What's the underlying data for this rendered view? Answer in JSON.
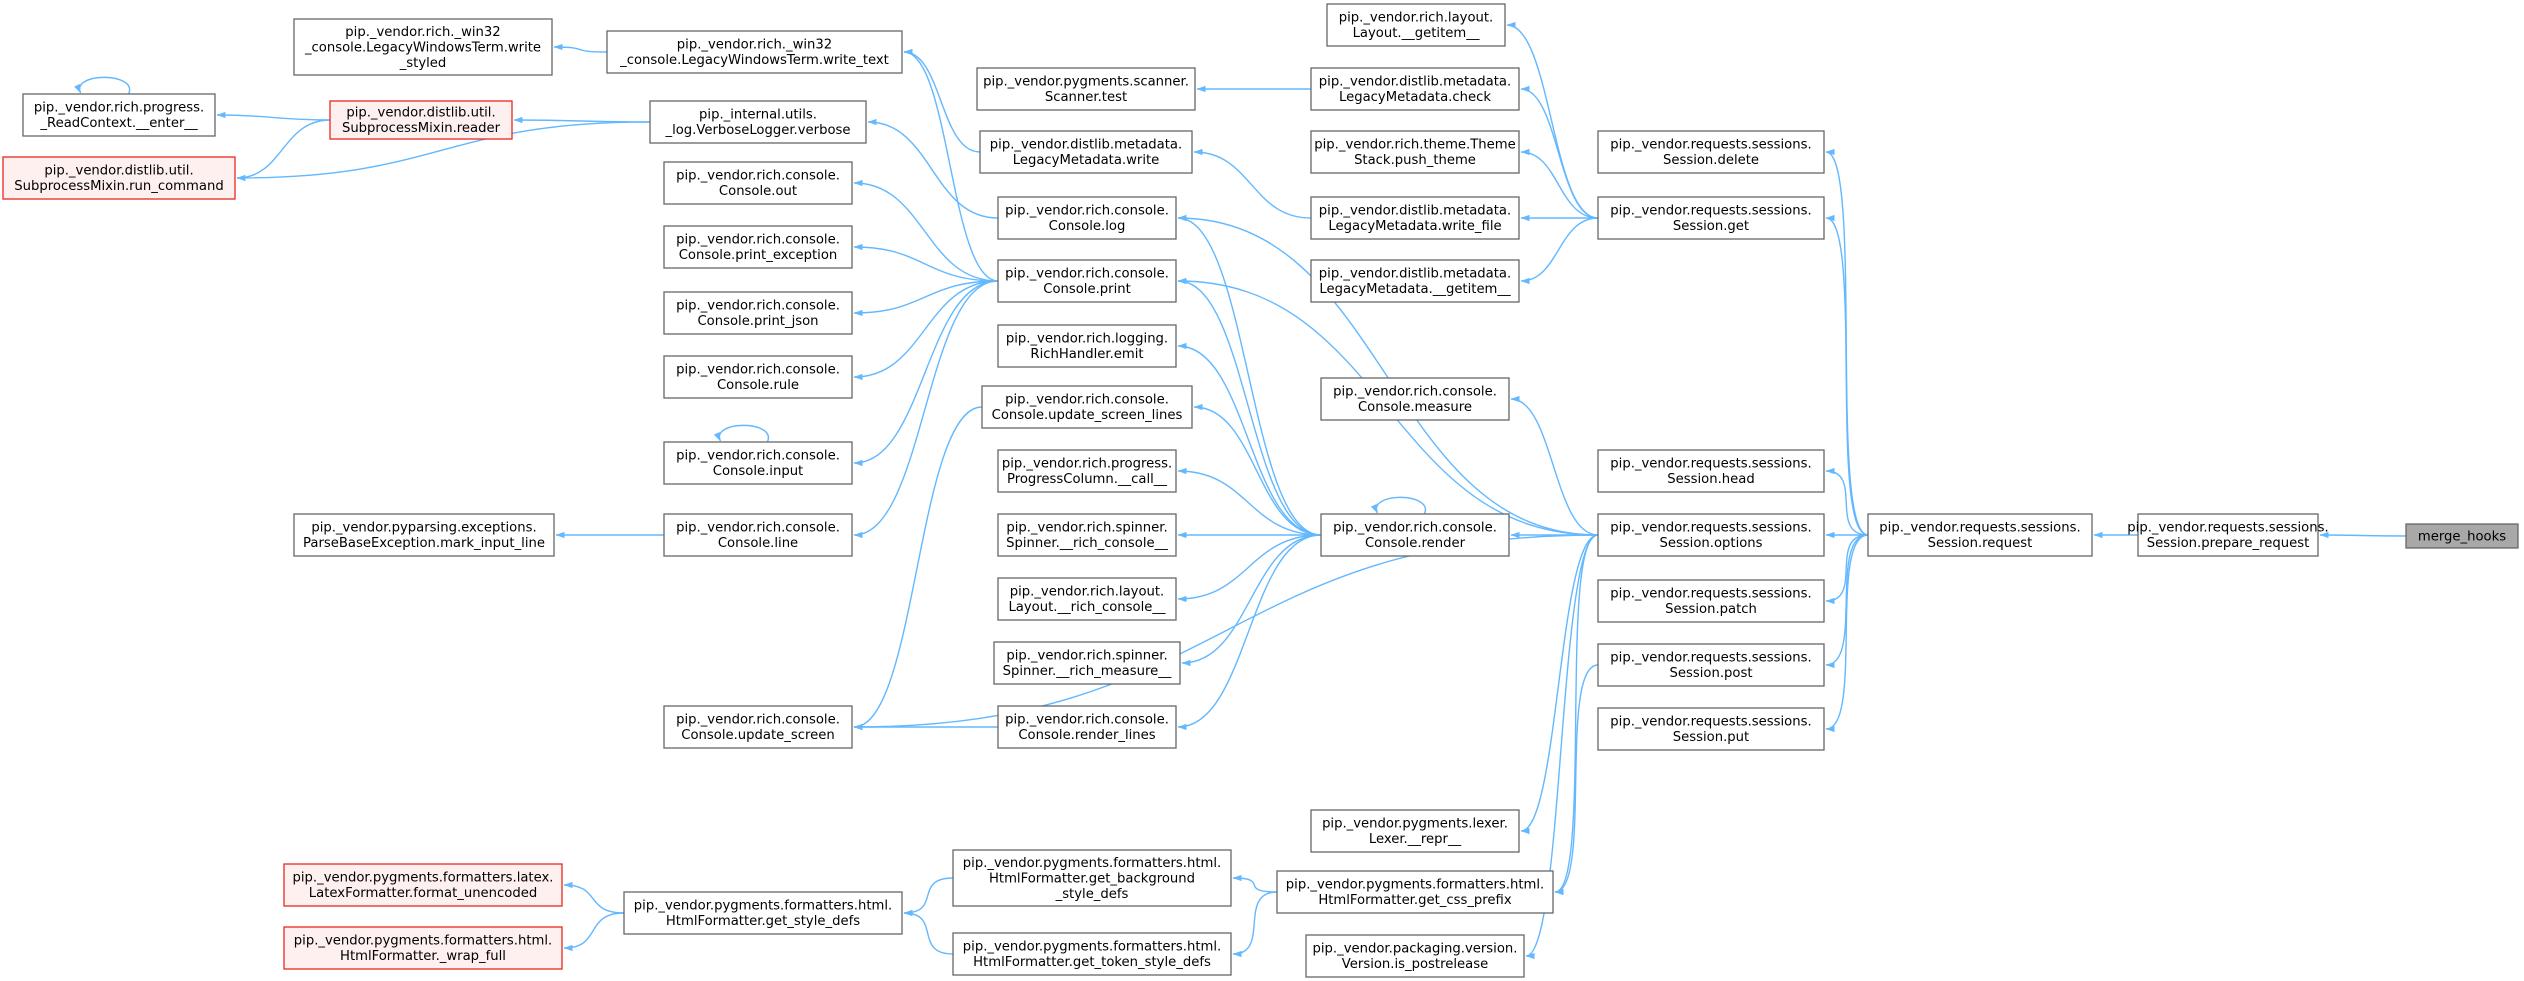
{
  "diagram": {
    "root_id": "merge_hooks",
    "colors": {
      "edge": "#63b8ff",
      "node_border": "#666666",
      "node_border_highlight": "#e8281f",
      "node_fill_highlight": "#fff0f0",
      "root_fill": "#a8a8a8"
    },
    "nodes": [
      {
        "id": "merge_hooks",
        "lines": [
          "merge_hooks"
        ],
        "style": "gray"
      },
      {
        "id": "prepare_request",
        "lines": [
          "pip._vendor.requests.sessions.",
          "Session.prepare_request"
        ]
      },
      {
        "id": "request",
        "lines": [
          "pip._vendor.requests.sessions.",
          "Session.request"
        ]
      },
      {
        "id": "delete",
        "lines": [
          "pip._vendor.requests.sessions.",
          "Session.delete"
        ]
      },
      {
        "id": "get",
        "lines": [
          "pip._vendor.requests.sessions.",
          "Session.get"
        ]
      },
      {
        "id": "head",
        "lines": [
          "pip._vendor.requests.sessions.",
          "Session.head"
        ]
      },
      {
        "id": "options",
        "lines": [
          "pip._vendor.requests.sessions.",
          "Session.options"
        ]
      },
      {
        "id": "patch",
        "lines": [
          "pip._vendor.requests.sessions.",
          "Session.patch"
        ]
      },
      {
        "id": "post",
        "lines": [
          "pip._vendor.requests.sessions.",
          "Session.post"
        ]
      },
      {
        "id": "put",
        "lines": [
          "pip._vendor.requests.sessions.",
          "Session.put"
        ]
      },
      {
        "id": "layout_getitem",
        "lines": [
          "pip._vendor.rich.layout.",
          "Layout.__getitem__"
        ]
      },
      {
        "id": "md_check",
        "lines": [
          "pip._vendor.distlib.metadata.",
          "LegacyMetadata.check"
        ]
      },
      {
        "id": "scanner_test",
        "lines": [
          "pip._vendor.pygments.scanner.",
          "Scanner.test"
        ]
      },
      {
        "id": "theme_push",
        "lines": [
          "pip._vendor.rich.theme.Theme",
          "Stack.push_theme"
        ]
      },
      {
        "id": "md_write_file",
        "lines": [
          "pip._vendor.distlib.metadata.",
          "LegacyMetadata.write_file"
        ]
      },
      {
        "id": "md_write",
        "lines": [
          "pip._vendor.distlib.metadata.",
          "LegacyMetadata.write"
        ]
      },
      {
        "id": "md_getitem",
        "lines": [
          "pip._vendor.distlib.metadata.",
          "LegacyMetadata.__getitem__"
        ]
      },
      {
        "id": "console_measure",
        "lines": [
          "pip._vendor.rich.console.",
          "Console.measure"
        ]
      },
      {
        "id": "console_render",
        "lines": [
          "pip._vendor.rich.console.",
          "Console.render"
        ]
      },
      {
        "id": "console_log",
        "lines": [
          "pip._vendor.rich.console.",
          "Console.log"
        ]
      },
      {
        "id": "console_print",
        "lines": [
          "pip._vendor.rich.console.",
          "Console.print"
        ]
      },
      {
        "id": "rich_emit",
        "lines": [
          "pip._vendor.rich.logging.",
          "RichHandler.emit"
        ]
      },
      {
        "id": "update_screen_lines",
        "lines": [
          "pip._vendor.rich.console.",
          "Console.update_screen_lines"
        ]
      },
      {
        "id": "progress_call",
        "lines": [
          "pip._vendor.rich.progress.",
          "ProgressColumn.__call__"
        ]
      },
      {
        "id": "spinner_rich_console",
        "lines": [
          "pip._vendor.rich.spinner.",
          "Spinner.__rich_console__"
        ]
      },
      {
        "id": "layout_rich_console",
        "lines": [
          "pip._vendor.rich.layout.",
          "Layout.__rich_console__"
        ]
      },
      {
        "id": "spinner_rich_measure",
        "lines": [
          "pip._vendor.rich.spinner.",
          "Spinner.__rich_measure__"
        ]
      },
      {
        "id": "render_lines",
        "lines": [
          "pip._vendor.rich.console.",
          "Console.render_lines"
        ]
      },
      {
        "id": "update_screen",
        "lines": [
          "pip._vendor.rich.console.",
          "Console.update_screen"
        ]
      },
      {
        "id": "console_out",
        "lines": [
          "pip._vendor.rich.console.",
          "Console.out"
        ]
      },
      {
        "id": "print_exception",
        "lines": [
          "pip._vendor.rich.console.",
          "Console.print_exception"
        ]
      },
      {
        "id": "print_json",
        "lines": [
          "pip._vendor.rich.console.",
          "Console.print_json"
        ]
      },
      {
        "id": "console_rule",
        "lines": [
          "pip._vendor.rich.console.",
          "Console.rule"
        ]
      },
      {
        "id": "console_input",
        "lines": [
          "pip._vendor.rich.console.",
          "Console.input"
        ]
      },
      {
        "id": "console_line",
        "lines": [
          "pip._vendor.rich.console.",
          "Console.line"
        ]
      },
      {
        "id": "mark_input_line",
        "lines": [
          "pip._vendor.pyparsing.exceptions.",
          "ParseBaseException.mark_input_line"
        ]
      },
      {
        "id": "verbose",
        "lines": [
          "pip._internal.utils.",
          "_log.VerboseLogger.verbose"
        ]
      },
      {
        "id": "write_text",
        "lines": [
          "pip._vendor.rich._win32",
          "_console.LegacyWindowsTerm.write_text"
        ]
      },
      {
        "id": "write_styled",
        "lines": [
          "pip._vendor.rich._win32",
          "_console.LegacyWindowsTerm.write",
          "_styled"
        ]
      },
      {
        "id": "reader",
        "lines": [
          "pip._vendor.distlib.util.",
          "SubprocessMixin.reader"
        ],
        "style": "red"
      },
      {
        "id": "read_enter",
        "lines": [
          "pip._vendor.rich.progress.",
          "_ReadContext.__enter__"
        ]
      },
      {
        "id": "run_command",
        "lines": [
          "pip._vendor.distlib.util.",
          "SubprocessMixin.run_command"
        ],
        "style": "red"
      },
      {
        "id": "lexer_repr",
        "lines": [
          "pip._vendor.pygments.lexer.",
          "Lexer.__repr__"
        ]
      },
      {
        "id": "get_css_prefix",
        "lines": [
          "pip._vendor.pygments.formatters.html.",
          "HtmlFormatter.get_css_prefix"
        ]
      },
      {
        "id": "get_background_style_defs",
        "lines": [
          "pip._vendor.pygments.formatters.html.",
          "HtmlFormatter.get_background",
          "_style_defs"
        ]
      },
      {
        "id": "get_token_style_defs",
        "lines": [
          "pip._vendor.pygments.formatters.html.",
          "HtmlFormatter.get_token_style_defs"
        ]
      },
      {
        "id": "get_style_defs",
        "lines": [
          "pip._vendor.pygments.formatters.html.",
          "HtmlFormatter.get_style_defs"
        ]
      },
      {
        "id": "latex_format_unencoded",
        "lines": [
          "pip._vendor.pygments.formatters.latex.",
          "LatexFormatter.format_unencoded"
        ],
        "style": "red"
      },
      {
        "id": "wrap_full",
        "lines": [
          "pip._vendor.pygments.formatters.html.",
          "HtmlFormatter._wrap_full"
        ],
        "style": "red"
      },
      {
        "id": "version_is_postrelease",
        "lines": [
          "pip._vendor.packaging.version.",
          "Version.is_postrelease"
        ]
      }
    ]
  }
}
